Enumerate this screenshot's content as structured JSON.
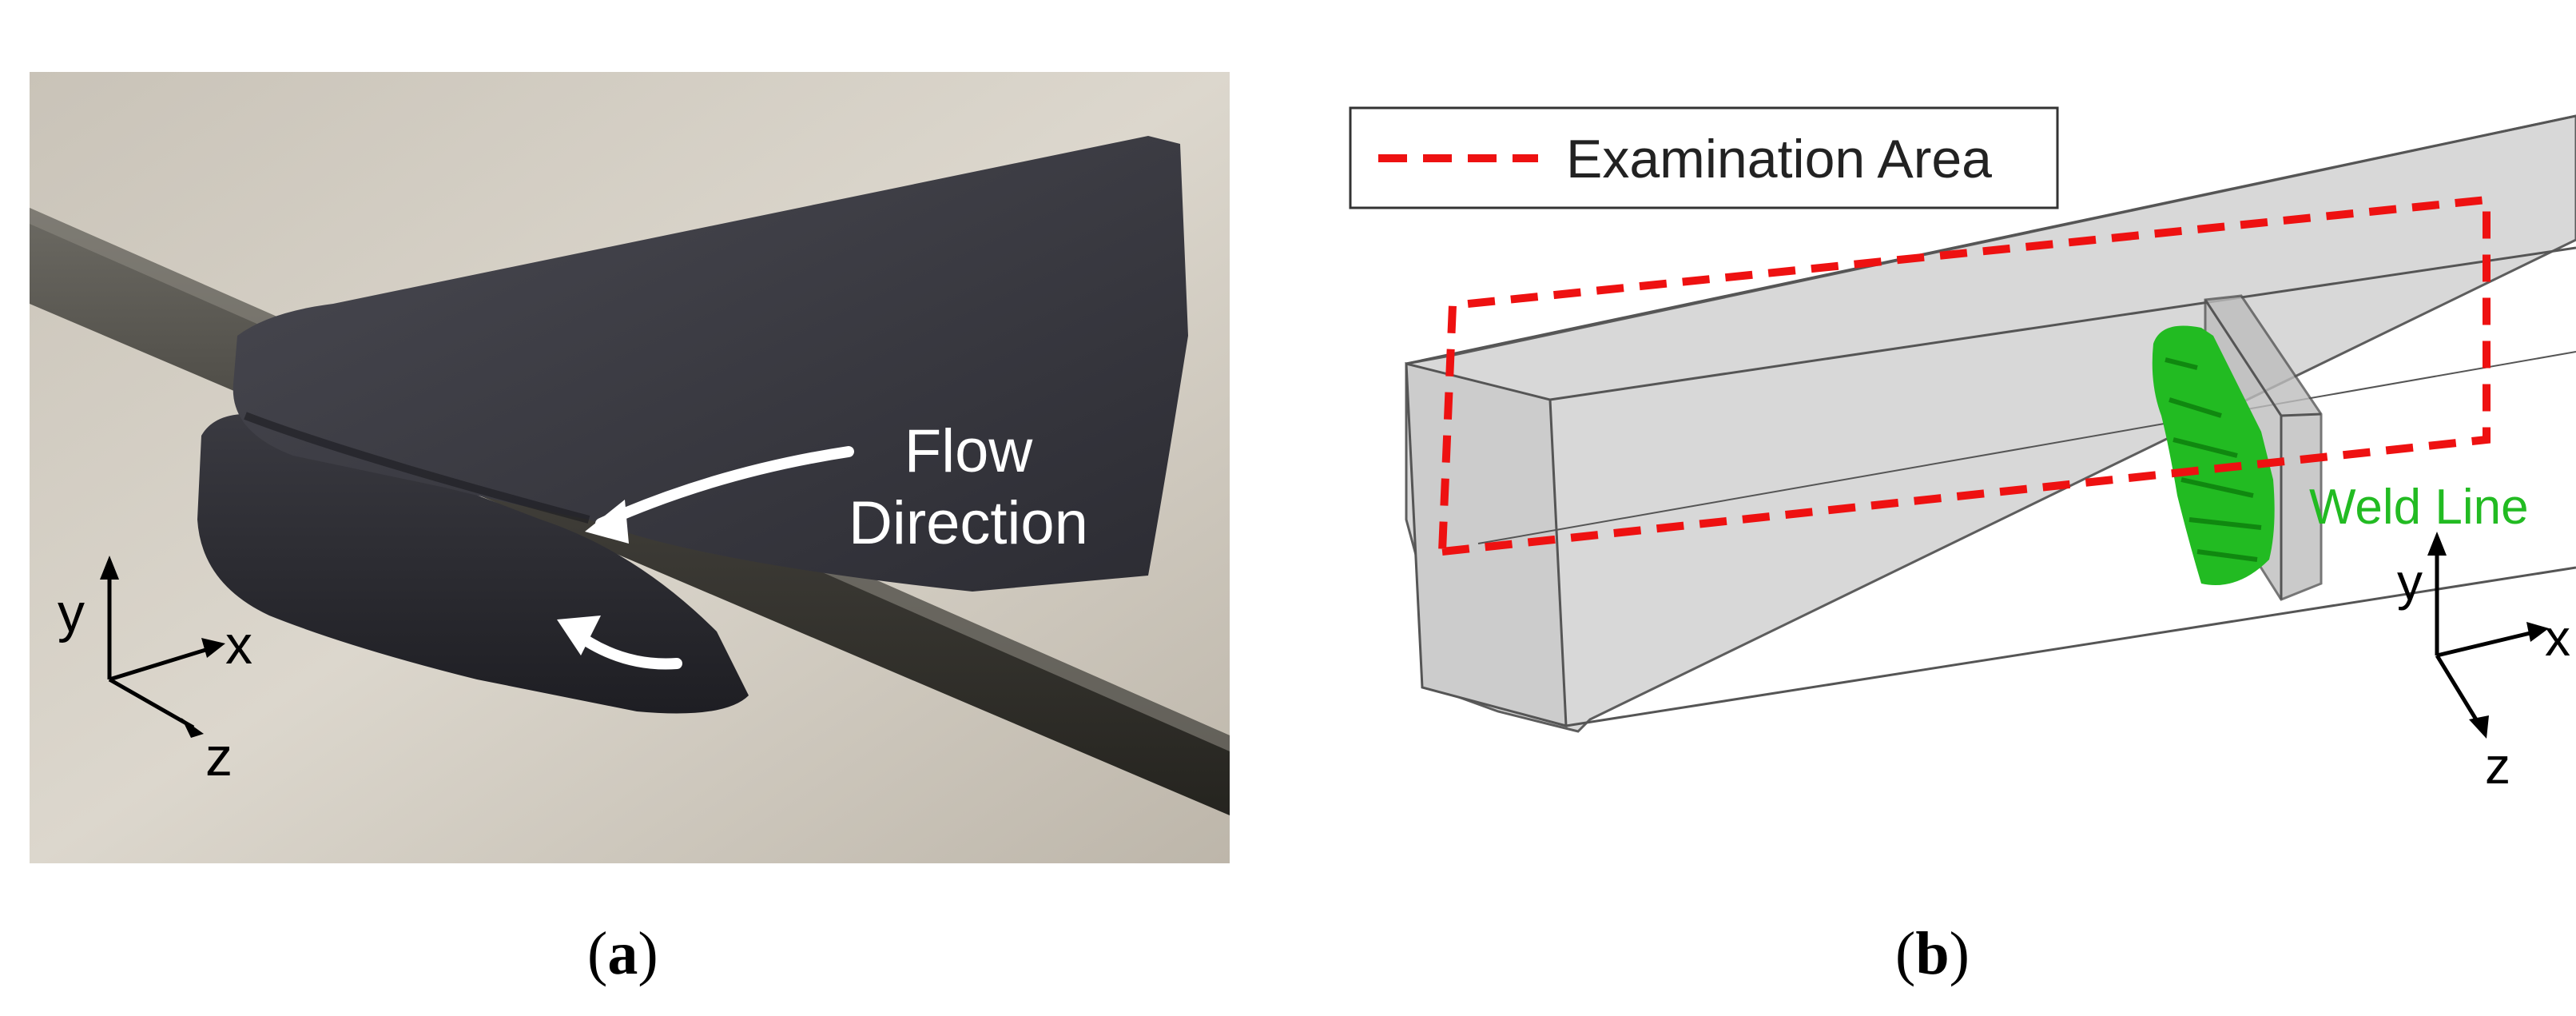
{
  "panel_a": {
    "flow_label_line1": "Flow",
    "flow_label_line2": "Direction",
    "axis_y": "y",
    "axis_x": "x",
    "axis_z": "z",
    "caption_letter": "a"
  },
  "panel_b": {
    "legend_label": "Examination Area",
    "weld_label": "Weld Line",
    "axis_y": "y",
    "axis_x": "x",
    "axis_z": "z",
    "caption_letter": "b",
    "colors": {
      "examination_area": "#ee1111",
      "weld_line": "#22bb22",
      "body": "#d6d6d6"
    }
  }
}
